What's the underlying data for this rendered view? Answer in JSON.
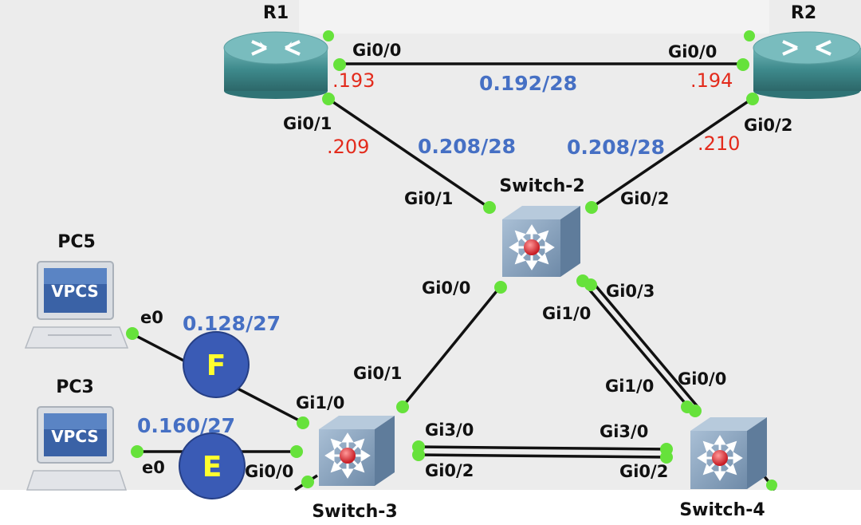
{
  "devices": {
    "r1": "R1",
    "r2": "R2",
    "switch2": "Switch-2",
    "switch3": "Switch-3",
    "switch4": "Switch-4",
    "pc5": "PC5",
    "pc3": "PC3",
    "vpcs": "VPCS"
  },
  "ports": {
    "r1_gi00": "Gi0/0",
    "r2_gi00": "Gi0/0",
    "r1_gi01": "Gi0/1",
    "r2_gi02": "Gi0/2",
    "sw2_gi01": "Gi0/1",
    "sw2_gi02": "Gi0/2",
    "sw2_gi00": "Gi0/0",
    "sw2_gi03": "Gi0/3",
    "sw2_gi10": "Gi1/0",
    "sw3_gi01": "Gi0/1",
    "sw3_gi10": "Gi1/0",
    "sw3_gi30": "Gi3/0",
    "sw3_gi02": "Gi0/2",
    "sw3_gi00": "Gi0/0",
    "sw4_gi10": "Gi1/0",
    "sw4_gi00": "Gi0/0",
    "sw4_gi30": "Gi3/0",
    "sw4_gi02": "Gi0/2",
    "pc5_e0": "e0",
    "pc3_e0": "e0"
  },
  "host_ips": {
    "r1_gi00": ".193",
    "r2_gi00": ".194",
    "r1_gi01": ".209",
    "r2_gi02": ".210"
  },
  "networks": {
    "r1_r2": "0.192/28",
    "r1_sw2": "0.208/28",
    "r2_sw2": "0.208/28",
    "pc5_net": "0.128/27",
    "pc3_net": "0.160/27"
  },
  "markers": {
    "f": "F",
    "e": "E"
  },
  "colors": {
    "background": "#ececec",
    "ip_text": "#e32b1c",
    "network_text": "#4670c4",
    "port_dot": "#66e23b",
    "marker_fill": "#3a5bb5",
    "marker_letter": "#ffff2e",
    "router_body": "#3e8a8c",
    "switch_body": "#7f9bb8",
    "vpcs_screen": "#3a62a6"
  }
}
